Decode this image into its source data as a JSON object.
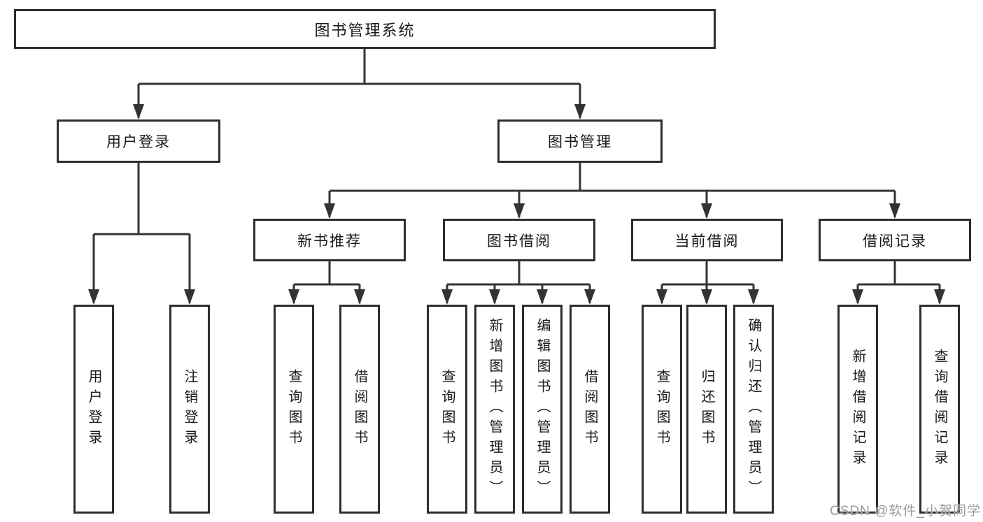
{
  "diagram": {
    "root": "图书管理系统",
    "level1": {
      "user_login": "用户登录",
      "book_mgmt": "图书管理"
    },
    "level2": {
      "new_book_rec": "新书推荐",
      "book_borrow": "图书借阅",
      "current_borrow": "当前借阅",
      "borrow_record": "借阅记录"
    },
    "leaves": {
      "user_login": [
        "用户登录",
        "注销登录"
      ],
      "new_book_rec": [
        "查询图书",
        "借阅图书"
      ],
      "book_borrow": [
        "查询图书",
        "新增图书（管理员）",
        "编辑图书（管理员）",
        "借阅图书"
      ],
      "current_borrow": [
        "查询图书",
        "归还图书",
        "确认归还（管理员）"
      ],
      "borrow_record": [
        "新增借阅记录",
        "查询借阅记录"
      ]
    },
    "edges": [
      {
        "from": "图书管理系统",
        "to": "用户登录"
      },
      {
        "from": "图书管理系统",
        "to": "图书管理"
      },
      {
        "from": "用户登录",
        "to": "用户登录"
      },
      {
        "from": "用户登录",
        "to": "注销登录"
      },
      {
        "from": "图书管理",
        "to": "新书推荐"
      },
      {
        "from": "图书管理",
        "to": "图书借阅"
      },
      {
        "from": "图书管理",
        "to": "当前借阅"
      },
      {
        "from": "图书管理",
        "to": "借阅记录"
      },
      {
        "from": "新书推荐",
        "to": "查询图书"
      },
      {
        "from": "新书推荐",
        "to": "借阅图书"
      },
      {
        "from": "图书借阅",
        "to": "查询图书"
      },
      {
        "from": "图书借阅",
        "to": "新增图书（管理员）"
      },
      {
        "from": "图书借阅",
        "to": "编辑图书（管理员）"
      },
      {
        "from": "图书借阅",
        "to": "借阅图书"
      },
      {
        "from": "当前借阅",
        "to": "查询图书"
      },
      {
        "from": "当前借阅",
        "to": "归还图书"
      },
      {
        "from": "当前借阅",
        "to": "确认归还（管理员）"
      },
      {
        "from": "借阅记录",
        "to": "新增借阅记录"
      },
      {
        "from": "借阅记录",
        "to": "查询借阅记录"
      }
    ],
    "watermark": "CSDN @软件_小贺同学",
    "colors": {
      "line": "#333333",
      "box_border": "#2e2e2e",
      "text": "#1a1a1a",
      "watermark": "#9b9b9b",
      "background": "#ffffff"
    }
  }
}
